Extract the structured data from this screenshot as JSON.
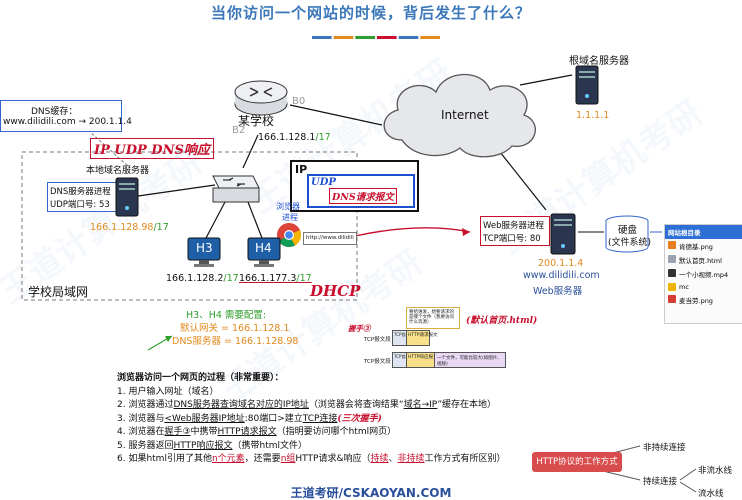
{
  "title": "当你访问一个网站的时候，背后发生了什么？",
  "title_bar_colors": [
    "#3c78b9",
    "#e38a1e",
    "#2e9e2e",
    "#c8102e",
    "#3c78b9",
    "#e38a1e"
  ],
  "dns_cache": {
    "title": "DNS缓存：",
    "entry": "www.dilidili.com → 200.1.1.4"
  },
  "local_dns": {
    "label": "本地域名服务器",
    "process": "DNS服务器进程",
    "port": "UDP端口号: 53",
    "ip_main": "166.1.128.98",
    "ip_mask": "/17"
  },
  "router": {
    "label": "某学校",
    "ip_main": "166.1.128.1",
    "ip_mask": "/17",
    "b0": "B0",
    "b2": "B2"
  },
  "internet": {
    "label": "Internet"
  },
  "root_dns": {
    "label": "根域名服务器",
    "ip": "1.1.1.1"
  },
  "annot_ip_udp": {
    "text": "IP UDP DNS响应"
  },
  "packet": {
    "ip": "IP",
    "udp": "UDP",
    "dns": "DNS请求报文"
  },
  "browser": {
    "label1": "浏览器",
    "label2": "进程",
    "url": "http://www.dilidili"
  },
  "h3": {
    "label": "H3",
    "ip_main": "166.1.128.2",
    "ip_mask": "/17"
  },
  "h4": {
    "label": "H4",
    "ip_main": "166.1.177.3",
    "ip_mask": "/17"
  },
  "campus": {
    "label": "学校局域网"
  },
  "dhcp": {
    "text": "DHCP"
  },
  "config": {
    "title": "H3、H4 需要配置:",
    "gateway": "默认网关 = 166.1.128.1",
    "dns": "DNS服务器 = 166.1.128.98"
  },
  "web_server": {
    "process": "Web服务器进程",
    "port": "TCP端口号: 80",
    "ip": "200.1.1.4",
    "domain": "www.dilidili.com",
    "label": "Web服务器"
  },
  "disk": {
    "label1": "硬盘",
    "label2": "(文件系统)"
  },
  "file_list": {
    "header": "网站根目录",
    "files": [
      {
        "name": "肯德基.png",
        "color": "#e67e22"
      },
      {
        "name": "默认首页.html",
        "color": "#9aa5b1"
      },
      {
        "name": "一个小视频.mp4",
        "color": "#333333"
      },
      {
        "name": "mc",
        "color": "#f0b400"
      },
      {
        "name": "麦当劳.png",
        "color": "#d63c2f"
      }
    ]
  },
  "mini_diagram": {
    "row1": "TCP报文段",
    "row2": "TCP报文段",
    "tcp_head": "TCP首部",
    "req": "HTTP请求报文",
    "resp": "HTTP响应报文",
    "note1": "要给谁发，想要请求的是哪个文件（我要访问什么资源）",
    "note2": "一个文件，可能比较大(如图片、视频)",
    "handwrite1": "握手③",
    "handwrite2": "(默认首页.html)"
  },
  "steps": {
    "title": "浏览器访问一个网页的过程（非常重要）：",
    "s1": "1. 用户输入网址（域名）",
    "s2a": "2. 浏览器通过",
    "s2b": "DNS服务器查询域名对应的IP地址",
    "s2c": "（浏览器会将查询结果“",
    "s2d": "域名→IP",
    "s2e": "”缓存在本地）",
    "s3a": "3. 浏览器与",
    "s3b": "<Web服务器IP地址",
    "s3c": ":80端口>建立",
    "s3d": "TCP连接",
    "s3e": "(三次握手)",
    "s4a": "4. 浏览器在",
    "s4b": "握手③",
    "s4c": "中携带",
    "s4d": "HTTP请求报文",
    "s4e": "（指明要访问哪个html网页）",
    "s5a": "5. 服务器返回",
    "s5b": "HTTP响应报文",
    "s5c": "（携带html文件）",
    "s6a": "6. 如果html引用了其他",
    "s6b": "n个元素",
    "s6c": "，还需要",
    "s6d": "n组",
    "s6e": "HTTP请求&响应（",
    "s6f": "持续",
    "s6g": "、",
    "s6h": "非持续",
    "s6i": "工作方式有所区别）"
  },
  "http_modes": {
    "root": "HTTP协议的工作方式",
    "non_persistent": "非持续连接",
    "persistent": "持续连接",
    "pipelining": "流水线",
    "non_pipelining": "非流水线"
  },
  "footer": "王道考研/CSKAOYAN.COM",
  "watermark": "王道计算机考研"
}
